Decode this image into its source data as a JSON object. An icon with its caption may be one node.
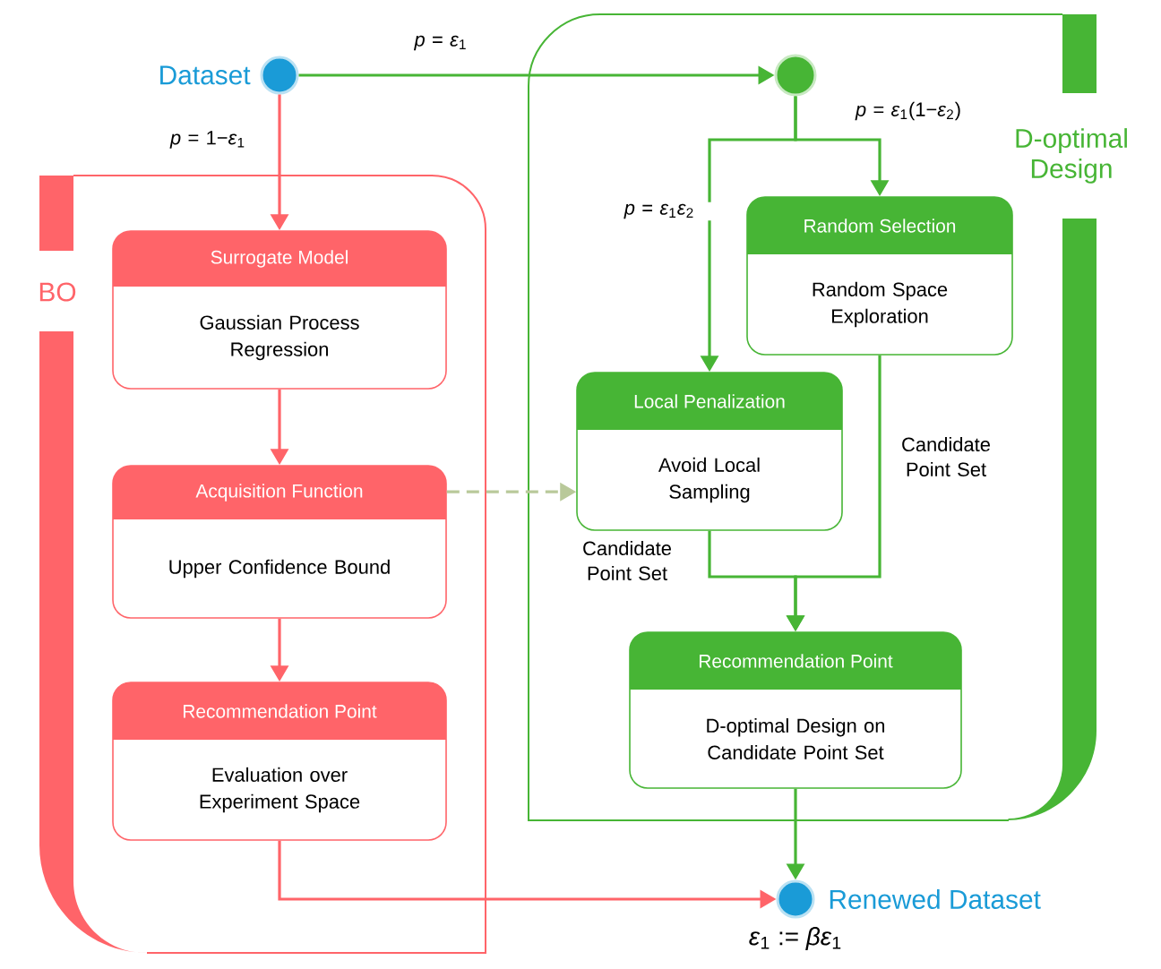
{
  "diagram": {
    "nodes": [
      {
        "text": [],
        "shape": "circle",
        "beside": [
          "Dataset"
        ]
      },
      {
        "text": [
          "BO"
        ]
      },
      {
        "text": [
          "Surrogate Model",
          "Gaussian Process Regression"
        ],
        "in": 1
      },
      {
        "text": [
          "Acquisition Function",
          "Upper Confidence Bound"
        ],
        "in": 1
      },
      {
        "text": [
          "Recommendation Point",
          "Evaluation over Experiment Space"
        ],
        "in": 1
      },
      {
        "text": [
          "D-optimal Design"
        ]
      },
      {
        "text": [],
        "shape": "circle",
        "in": 5
      },
      {
        "text": [
          "Random Selection",
          "Random Space Exploration"
        ],
        "in": 5
      },
      {
        "text": [
          "Local Penalization",
          "Avoid Local Sampling"
        ],
        "in": 5
      },
      {
        "text": [
          "Recommendation Point",
          "D-optimal Design on Candidate Point Set"
        ],
        "in": 5
      },
      {
        "text": [],
        "shape": "circle",
        "beside": [
          "Renewed Dataset",
          "*ε*$_{1}$ := *βε*$_{1}$"
        ]
      }
    ],
    "edges": [
      {
        "from": 0,
        "to": 6,
        "arrow": "to",
        "label": "*p* = *ε*$_{1}$"
      },
      {
        "from": 0,
        "to": 2,
        "arrow": "to",
        "label": "*p* = 1−*ε*$_{1}$",
        "color": "#ff6469"
      },
      {
        "from": 6,
        "to": 7,
        "arrow": "to",
        "label": "*p* = *ε*$_{1}$(1−*ε*$_{2}$)"
      },
      {
        "from": 6,
        "to": 8,
        "arrow": "to",
        "label": "*p* = *ε*$_{1}$*ε*$_{2}$"
      },
      {
        "from": 2,
        "to": 3,
        "arrow": "to",
        "color": "#ff6469"
      },
      {
        "from": 3,
        "to": 4,
        "arrow": "to",
        "color": "#ff6469"
      },
      {
        "from": 3,
        "to": 8,
        "arrow": "to",
        "style": "dashed",
        "color": "#b9c99a"
      },
      {
        "from": 8,
        "to": 9,
        "arrow": "to",
        "label": "Candidate Point Set"
      },
      {
        "from": 7,
        "to": 9,
        "arrow": "to",
        "label": "Candidate Point Set"
      },
      {
        "from": 4,
        "to": 10,
        "arrow": "to",
        "color": "#ff6469"
      },
      {
        "from": 9,
        "to": 10,
        "arrow": "to"
      }
    ]
  }
}
